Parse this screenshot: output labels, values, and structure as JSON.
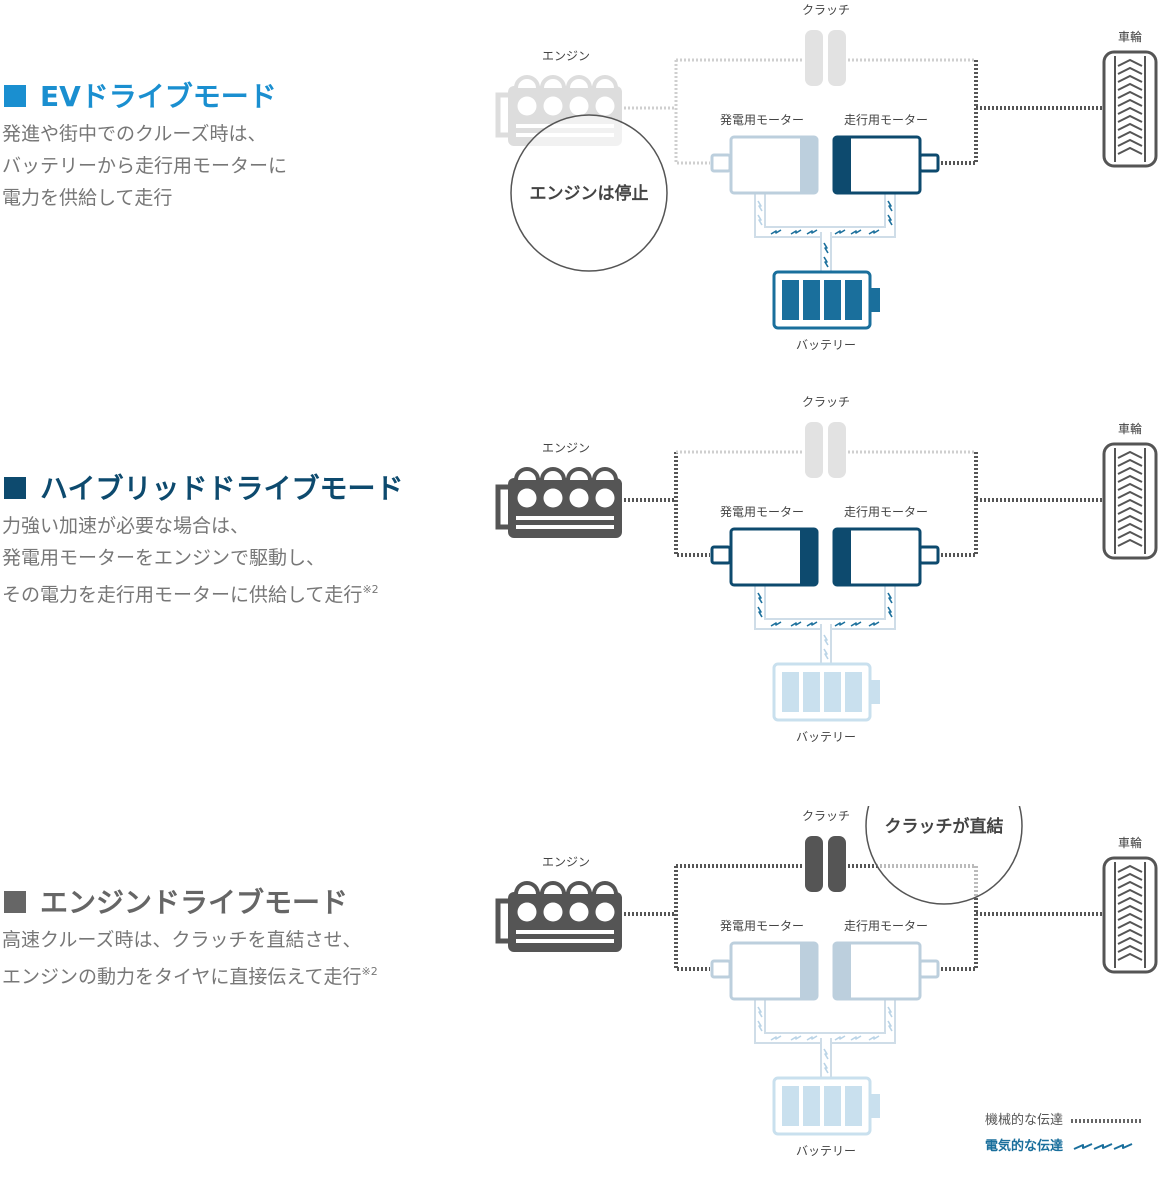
{
  "colors": {
    "ev_accent": "#1a8fd0",
    "hybrid_accent": "#0d4a6e",
    "engine_accent": "#666666",
    "active_motor": "#0d4a6e",
    "inactive_motor": "#bccfdd",
    "active_battery": "#1a6f9c",
    "inactive_battery": "#c9e0ee",
    "active_engine": "#555555",
    "inactive_engine": "#dddddd",
    "electric_bolt": "#1a6f9c"
  },
  "labels": {
    "engine": "エンジン",
    "clutch": "クラッチ",
    "generator_motor": "発電用モーター",
    "drive_motor": "走行用モーター",
    "battery": "バッテリー",
    "wheel": "車輪"
  },
  "modes": [
    {
      "id": "ev",
      "title": "EVドライブモード",
      "description": [
        "発進や街中でのクルーズ時は、",
        "バッテリーから走行用モーターに",
        "電力を供給して走行"
      ],
      "note": "",
      "callout": "エンジンは停止",
      "state": {
        "engine": false,
        "clutch": false,
        "generator": false,
        "drive": true,
        "battery": true,
        "mech_engine": false,
        "mech_wheel": true,
        "elec_generator": false,
        "elec_drive": true,
        "elec_battery": true
      }
    },
    {
      "id": "hybrid",
      "title": "ハイブリッドドライブモード",
      "description": [
        "力強い加速が必要な場合は、",
        "発電用モーターをエンジンで駆動し、",
        "その電力を走行用モーターに供給して走行"
      ],
      "note": "※2",
      "callout": "",
      "state": {
        "engine": true,
        "clutch": false,
        "generator": true,
        "drive": true,
        "battery": false,
        "mech_engine": true,
        "mech_wheel": true,
        "elec_generator": true,
        "elec_drive": true,
        "elec_battery": false
      }
    },
    {
      "id": "engine",
      "title": "エンジンドライブモード",
      "description": [
        "高速クルーズ時は、クラッチを直結させ、",
        "エンジンの動力をタイヤに直接伝えて走行"
      ],
      "note": "※2",
      "callout": "クラッチが直結",
      "state": {
        "engine": true,
        "clutch": true,
        "generator": false,
        "drive": false,
        "battery": false,
        "mech_engine": true,
        "mech_wheel": true,
        "elec_generator": false,
        "elec_drive": false,
        "elec_battery": false
      }
    }
  ],
  "legend": {
    "mechanical": "機械的な伝達",
    "electrical": "電気的な伝達"
  }
}
